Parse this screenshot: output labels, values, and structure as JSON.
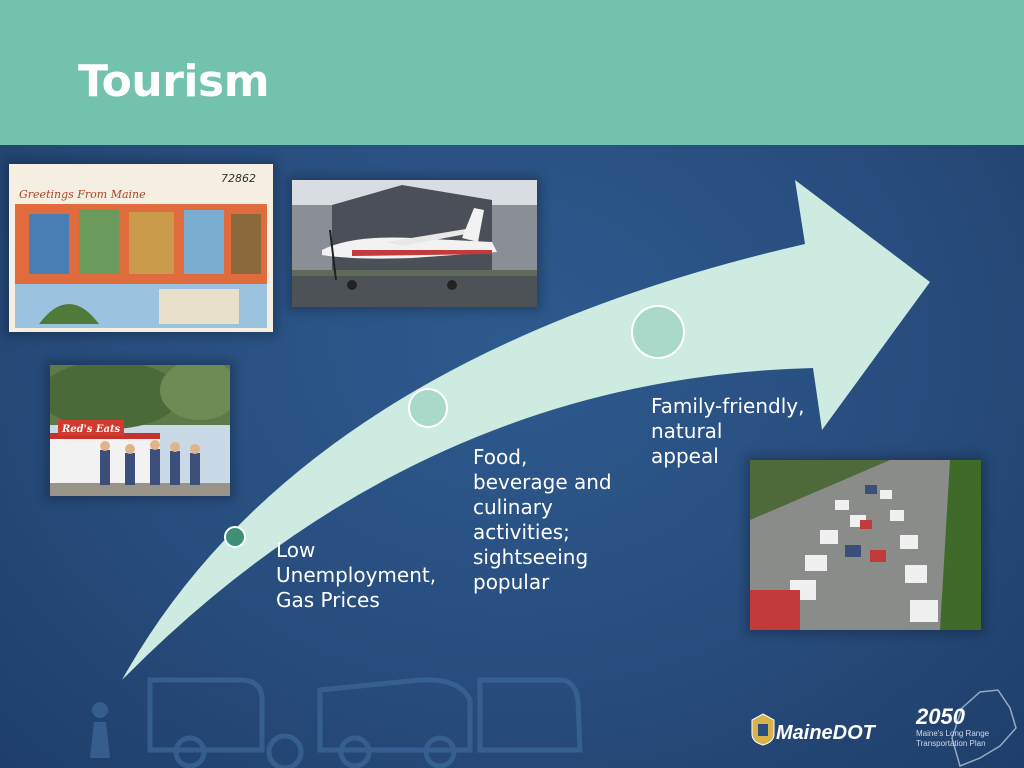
{
  "slide": {
    "title": "Tourism",
    "colors": {
      "header": "#73c2ad",
      "background": "#2a4f7f",
      "arrow": "#cdebe0",
      "dot_fill": "#a9d9c8",
      "dot_dark": "#3f8f78"
    }
  },
  "steps": [
    {
      "text": "Low\nUnemployment,\nGas Prices"
    },
    {
      "text": "Food,\nbeverage and\nculinary\nactivities;\nsightseeing\npopular"
    },
    {
      "text": "Family-friendly,\nnatural\nappeal"
    }
  ],
  "photos": {
    "postcard": {
      "caption": "Greetings From Maine",
      "number": "72862"
    },
    "plane": {},
    "reds_eats": {
      "sign": "Red's Eats"
    },
    "traffic": {}
  },
  "footer": {
    "maine_dot": "MaineDOT",
    "plan_year": "2050",
    "plan_subtitle": "Maine's Long Range Transportation Plan"
  }
}
